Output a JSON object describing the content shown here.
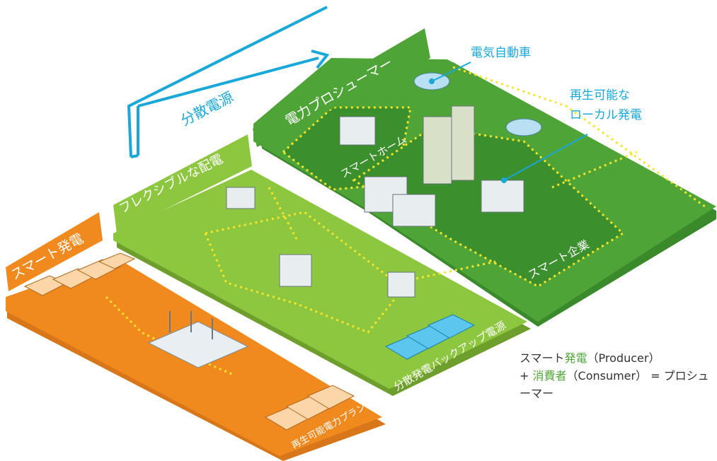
{
  "labels": {
    "distributed_source": "分散電源",
    "prosumer": "電力プロシューマー",
    "flexible_distribution": "フレクシブルな配電",
    "smart_generation": "スマート発電",
    "ev": "電気自動車",
    "renewable_local_1": "再生可能な",
    "renewable_local_2": "ローカル発電",
    "smart_home": "スマートホーム",
    "smart_enterprise": "スマート企業",
    "distributed_backup": "分散発電バックアップ電源",
    "renewable_plant": "再生可能電力プラント"
  },
  "caption": {
    "part1": "スマート",
    "part2": "発電",
    "part3": "（Producer）",
    "part4": "+ ",
    "part5": "消費者",
    "part6": "（Consumer） = プロシューマー"
  },
  "colors": {
    "orange": "#f08a1e",
    "light_green": "#8dc63f",
    "dark_green": "#4fa437",
    "blue": "#1aa7d9",
    "dotted_line": "#f5e52a"
  }
}
